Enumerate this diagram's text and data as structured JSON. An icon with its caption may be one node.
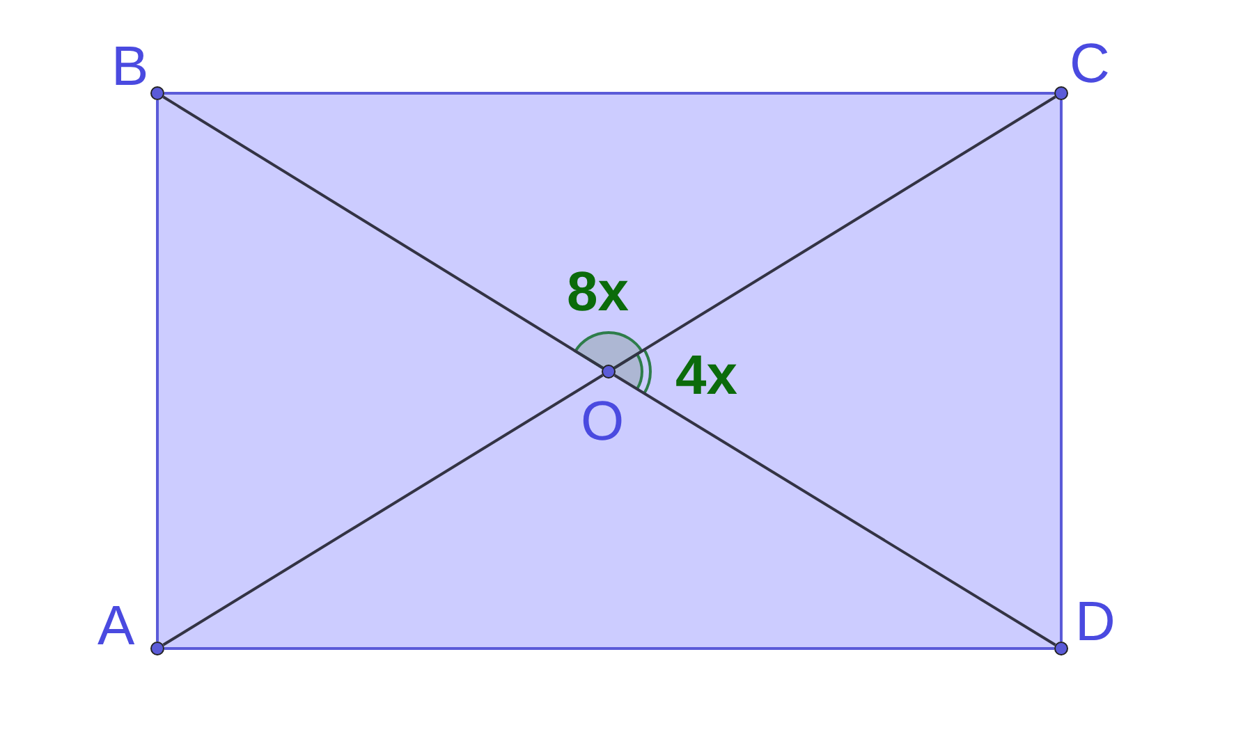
{
  "diagram": {
    "nodes": [
      {
        "text": [
          "B"
        ]
      },
      {
        "text": [
          "C"
        ]
      },
      {
        "text": [
          "D"
        ]
      },
      {
        "text": [
          "A"
        ]
      },
      {
        "text": [
          "O"
        ]
      }
    ],
    "edges": [
      {
        "from": 3,
        "to": 0,
        "arrow": "none",
        "color": "#5b5bd8"
      },
      {
        "from": 0,
        "to": 1,
        "arrow": "none",
        "color": "#5b5bd8"
      },
      {
        "from": 1,
        "to": 2,
        "arrow": "none",
        "color": "#5b5bd8"
      },
      {
        "from": 2,
        "to": 3,
        "arrow": "none",
        "color": "#5b5bd8"
      },
      {
        "from": 0,
        "to": 4,
        "arrow": "none",
        "color": "#333344"
      },
      {
        "from": 4,
        "to": 2,
        "arrow": "none",
        "color": "#333344"
      },
      {
        "from": 3,
        "to": 4,
        "arrow": "none",
        "color": "#333344"
      },
      {
        "from": 4,
        "to": 1,
        "arrow": "none",
        "color": "#333344"
      }
    ],
    "labels": [
      "8x",
      "4x"
    ]
  }
}
